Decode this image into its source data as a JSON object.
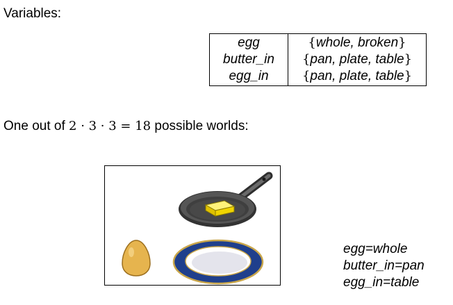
{
  "heading": "Variables:",
  "variables": [
    {
      "name": "egg",
      "domain": "whole, broken"
    },
    {
      "name": "butter_in",
      "domain": "pan, plate, table"
    },
    {
      "name": "egg_in",
      "domain": "pan, plate, table"
    }
  ],
  "worlds_line": {
    "prefix": "One out of",
    "expression": "2 · 3 · 3 = 18",
    "suffix": "possible worlds:"
  },
  "assignments": [
    "egg=whole",
    "butter_in=pan",
    "egg_in=table"
  ],
  "colors": {
    "pan": "#4a4a4a",
    "butter": "#f5d800",
    "egg": "#e6b44e",
    "plate_rim": "#1f3f8c",
    "plate_edge": "#c9a64a"
  }
}
